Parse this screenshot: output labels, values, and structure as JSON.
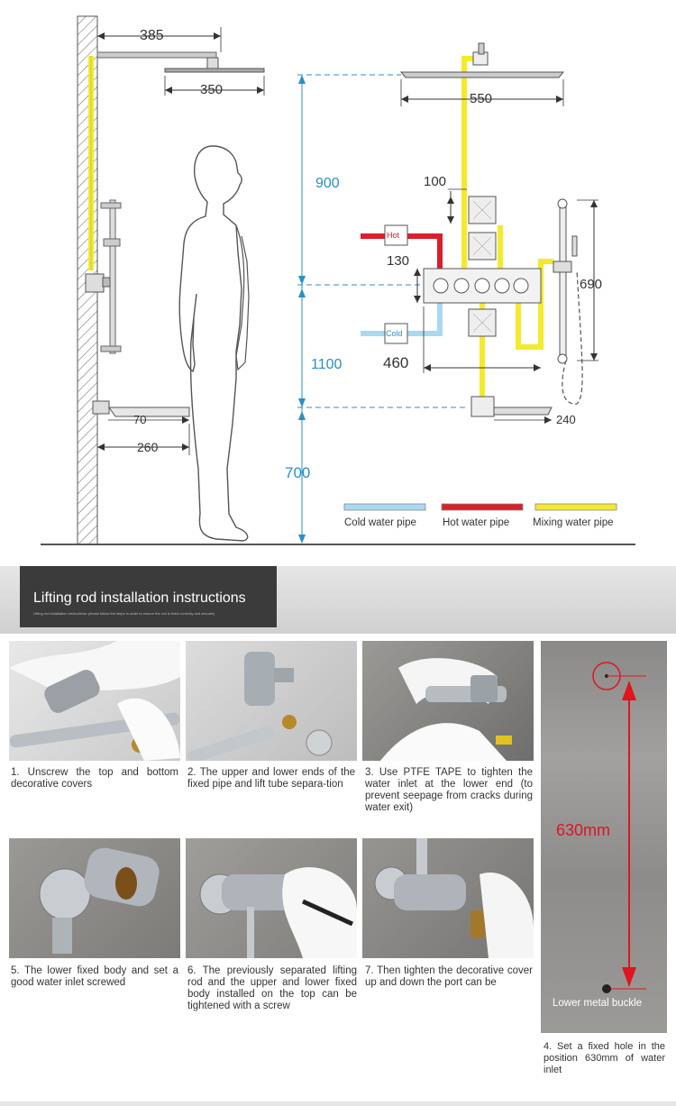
{
  "diagram": {
    "dimensions": {
      "arm_length": "385",
      "head_width_left": "350",
      "head_width_right": "550",
      "height_900": "900",
      "spacing_100": "100",
      "spacing_130": "130",
      "height_1100": "1100",
      "offset_460": "460",
      "rail_690": "690",
      "height_700": "700",
      "spout_70": "70",
      "spout_260": "260",
      "spout_240": "240"
    },
    "labels": {
      "hot": "Hot",
      "cold": "Cold"
    },
    "legend": [
      {
        "label": "Cold water pipe",
        "color": "#a9d8f2"
      },
      {
        "label": "Hot water pipe",
        "color": "#d8202a"
      },
      {
        "label": "Mixing water pipe",
        "color": "#f4ea2c"
      }
    ]
  },
  "banner": {
    "title": "Lifting rod installation instructions",
    "subtitle": "Lifting rod installation instructions: please follow the steps in order to ensure the rod is fixed correctly and securely"
  },
  "steps": [
    {
      "caption": "1. Unscrew the top and bottom decorative covers"
    },
    {
      "caption": "2. The upper and lower ends of the fixed pipe and lift tube separa-tion"
    },
    {
      "caption": "3. Use PTFE TAPE to tighten the water inlet at the lower end (to prevent seepage from cracks during water exit)"
    },
    {
      "caption": "5. The lower fixed body and set a good water inlet screwed"
    },
    {
      "caption": "6. The previously separated lifting rod and the upper and lower fixed body installed on the top can be tightened with a screw"
    },
    {
      "caption": "7. Then tighten the decorative cover up and down the port can be"
    }
  ],
  "step4": {
    "distance": "630mm",
    "buckle_label": "Lower metal buckle",
    "caption": "4. Set a fixed hole in the position 630mm of water inlet"
  },
  "colors": {
    "cold": "#a9d8f2",
    "hot": "#d8202a",
    "mix": "#f4ea2c",
    "blue_dim": "#2a8fc7",
    "red_accent": "#e0141e"
  }
}
